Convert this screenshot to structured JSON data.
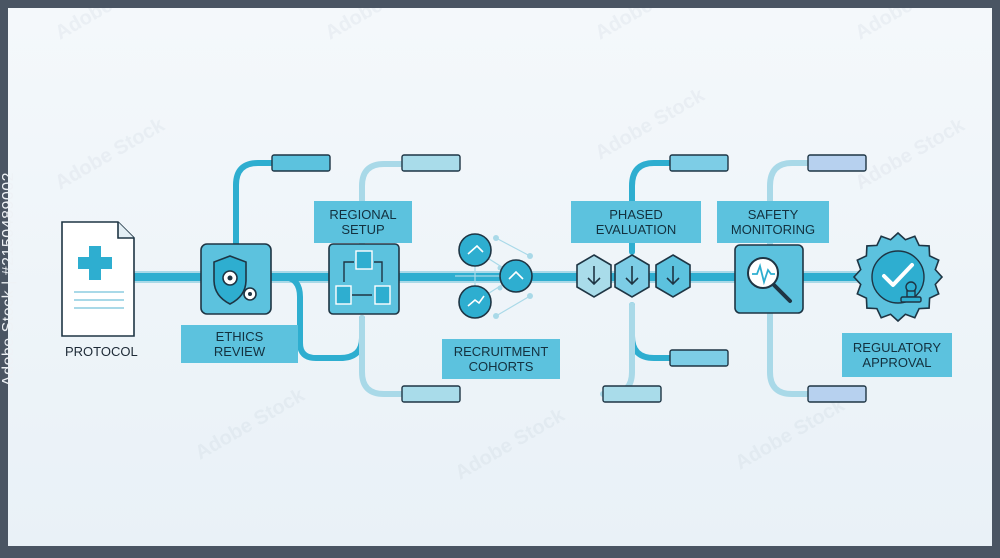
{
  "diagram": {
    "steps": [
      {
        "id": "protocol",
        "label": "PROTOCOL",
        "icon": "document-plus-icon"
      },
      {
        "id": "ethics",
        "label": "ETHICS\nREVIEW",
        "icon": "shield-gears-icon"
      },
      {
        "id": "regional",
        "label": "REGIONAL\nSETUP",
        "icon": "buildings-network-icon"
      },
      {
        "id": "recruitment",
        "label": "RECRUITMENT\nCOHORTS",
        "icon": "network-nodes-icon"
      },
      {
        "id": "phased",
        "label": "PHASED\nEVALUATION",
        "icon": "hexagon-arrows-icon"
      },
      {
        "id": "safety",
        "label": "SAFETY\nMONITORING",
        "icon": "magnifier-pulse-icon"
      },
      {
        "id": "regulatory",
        "label": "REGULATORY\nAPPROVAL",
        "icon": "badge-check-stamp-icon"
      }
    ],
    "colors": {
      "line": "#2eaed0",
      "line_light": "#a9d9e8",
      "label": "#5cc2de",
      "icon_fill": "#5cc2de",
      "icon_stroke": "#1e3544",
      "placeholder": "#7dcde6",
      "placeholder_blue": "#b7d1ef"
    }
  },
  "watermark": {
    "stock_id": "2150489002",
    "site": "Adobe Stock"
  }
}
